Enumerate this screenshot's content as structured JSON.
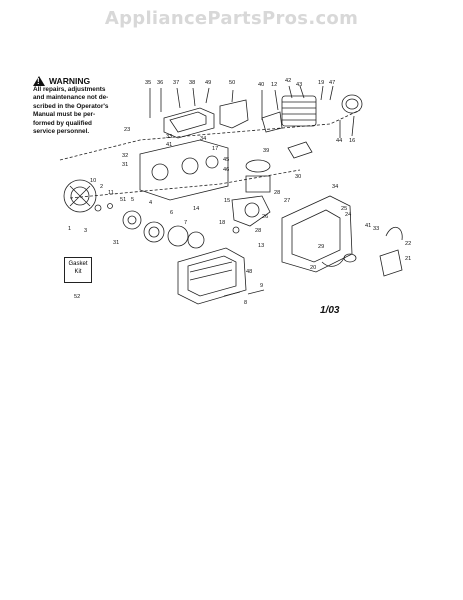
{
  "site": {
    "watermark": "AppliancePartsPros.com"
  },
  "warning": {
    "title": "WARNING",
    "lines": [
      "All repairs, adjustments",
      "and maintenance not de-",
      "scribed in the Operator's",
      "Manual must be per-",
      "formed by qualified",
      "service personnel."
    ]
  },
  "gasket_kit": {
    "line1": "Gasket",
    "line2": "Kit",
    "number": "52"
  },
  "date_code": "1/03",
  "callouts": {
    "c35": "35",
    "c36": "36",
    "c37": "37",
    "c38": "38",
    "c49": "49",
    "c50": "50",
    "c40": "40",
    "c12": "12",
    "c42": "42",
    "c43": "43",
    "c19": "19",
    "c47": "47",
    "c23": "23",
    "c33": "33",
    "c41a": "41",
    "c34a": "34",
    "c17": "17",
    "c44": "44",
    "c16": "16",
    "c32": "32",
    "c31a": "31",
    "c45": "45",
    "c46": "46",
    "c39": "39",
    "c28a": "28",
    "c10": "10",
    "c2": "2",
    "c11": "11",
    "c51": "51",
    "c5": "5",
    "c4": "4",
    "c6": "6",
    "c14": "14",
    "c15": "15",
    "c27": "27",
    "c26": "26",
    "c25": "25",
    "c30": "30",
    "c34b": "34",
    "c1": "1",
    "c3": "3",
    "c31b": "31",
    "c7": "7",
    "c18": "18",
    "c28b": "28",
    "c13": "13",
    "c41b": "41",
    "c33b": "33",
    "c22": "22",
    "c21": "21",
    "c20": "20",
    "c24": "24",
    "c48": "48",
    "c9": "9",
    "c8": "8",
    "c29": "29"
  }
}
